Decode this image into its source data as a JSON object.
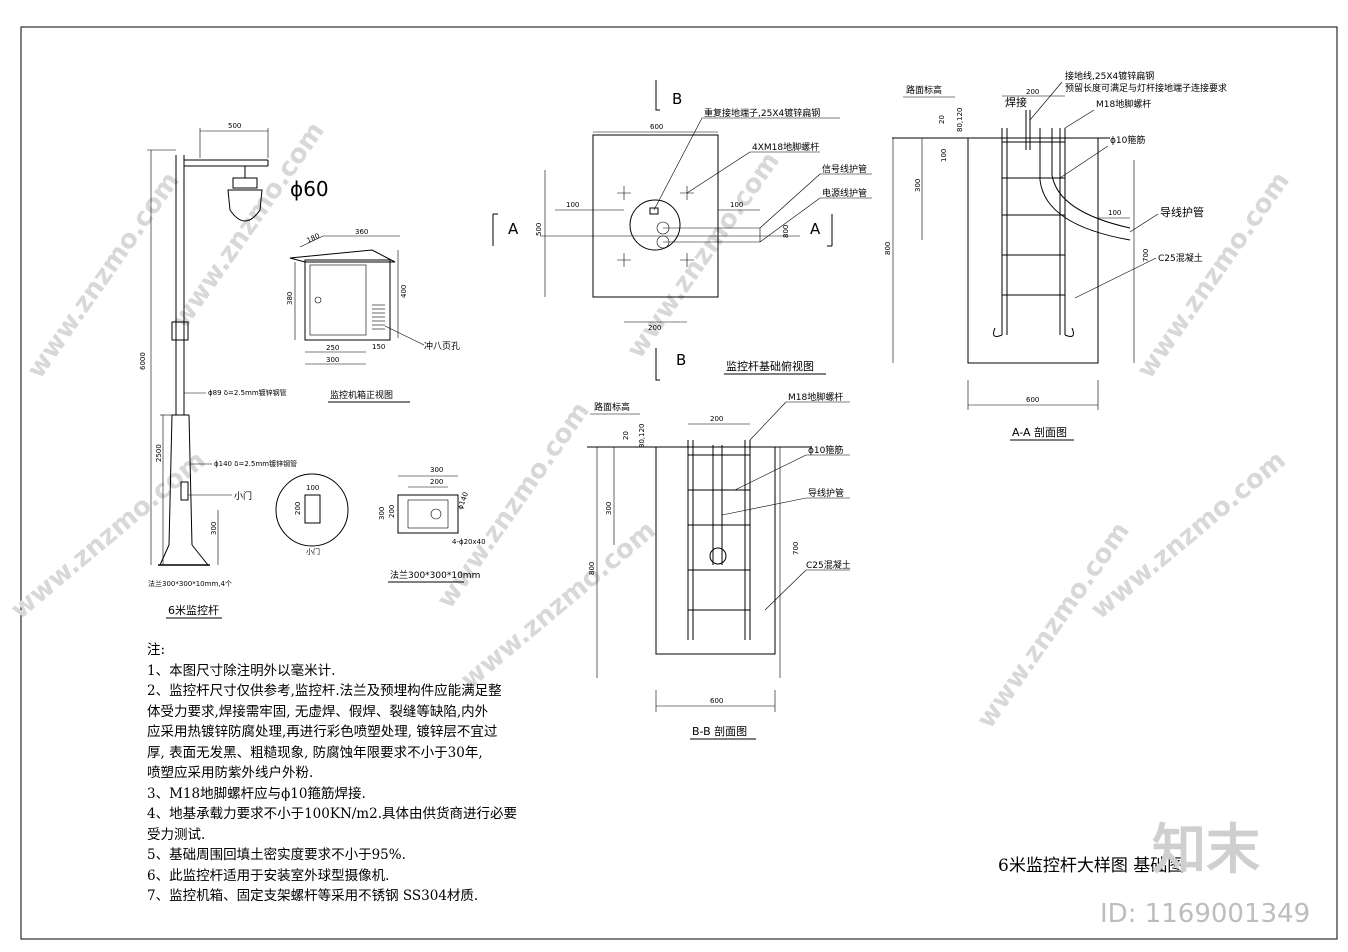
{
  "drawing_title": "6米监控杆大样图  基础图",
  "pole": {
    "caption": "6米监控杆",
    "arm_length": "500",
    "camera_dia": "ϕ60",
    "total_height": "6000",
    "upper_pipe": "ϕ89 δ=2.5mm镀锌钢管",
    "lower_height": "2500",
    "lower_pipe": "ϕ140 δ=2.5mm镀锌钢管",
    "door_label": "小门",
    "door_height": "300",
    "base_plate": "法兰300*300*10mm,4个"
  },
  "cabinet": {
    "caption": "监控机箱正视图",
    "top_width": "360",
    "depth": "180",
    "height_front": "380",
    "height_side": "400",
    "bottom_front": "250",
    "bottom_total": "300",
    "bottom_side": "150",
    "louver_label": "冲八页孔"
  },
  "door_detail": {
    "w": "100",
    "h": "200",
    "caption": "小门"
  },
  "flange": {
    "caption": "法兰300*300*10mm",
    "outer": "300",
    "inner": "200",
    "side_outer": "300",
    "side_inner": "200",
    "pipe": "ϕ140",
    "holes": "4-ϕ20x40"
  },
  "plan_view": {
    "caption": "监控杆基础俯视图",
    "section_b": "B",
    "section_a": "A",
    "width_top": "600",
    "height_left": "500",
    "dim_100_left": "100",
    "dim_100_right": "100",
    "dim_200_bottom": "200",
    "dim_800": "800",
    "label_ground": "重复接地端子,25X4镀锌扁钢",
    "label_bolt": "4XM18地脚螺杆",
    "label_signal": "信号线护管",
    "label_power": "电源线护管"
  },
  "section_bb": {
    "caption": "B-B 剖面图",
    "road": "路面标高",
    "bolt": "M18地脚螺杆",
    "rebar": "ϕ10箍筋",
    "conduit": "导线护管",
    "concrete": "C25混凝土",
    "d_200": "200",
    "d_20": "20",
    "d_80_120": "80,120",
    "d_300": "300",
    "d_800": "800",
    "d_700": "700",
    "d_600": "600"
  },
  "section_aa": {
    "caption": "A-A 剖面图",
    "road": "路面标高",
    "ground_wire": "接地线,25X4镀锌扁钢",
    "reserve": "预留长度可满足与灯杆接地端子连接要求",
    "weld": "焊接",
    "bolt": "M18地脚螺杆",
    "rebar": "ϕ10箍筋",
    "conduit": "导线护管",
    "concrete": "C25混凝土",
    "d_200": "200",
    "d_20": "20",
    "d_80_120": "80,120",
    "d_100": "100",
    "d_300": "300",
    "d_800": "800",
    "d_700": "700",
    "d_600": "600",
    "d_100b": "100"
  },
  "notes": {
    "title": "注:",
    "lines": [
      "1、本图尺寸除注明外以毫米计.",
      "2、监控杆尺寸仅供参考,监控杆.法兰及预埋构件应能满足整",
      "体受力要求,焊接需牢固, 无虚焊、假焊、裂缝等缺陷,内外",
      "应采用热镀锌防腐处理,再进行彩色喷塑处理, 镀锌层不宜过",
      "厚, 表面无发黑、粗糙现象, 防腐蚀年限要求不小于30年,",
      "喷塑应采用防紫外线户外粉.",
      "3、M18地脚螺杆应与ϕ10箍筋焊接.",
      "4、地基承载力要求不小于100KN/m2.具体由供货商进行必要",
      "受力测试.",
      "5、基础周围回填土密实度要求不小于95%.",
      "6、此监控杆适用于安装室外球型摄像机.",
      "7、监控机箱、固定支架螺杆等采用不锈钢 SS304材质."
    ]
  },
  "watermark": {
    "brand": "知末",
    "site": "www.znzmo.com",
    "id": "ID: 1169001349"
  }
}
